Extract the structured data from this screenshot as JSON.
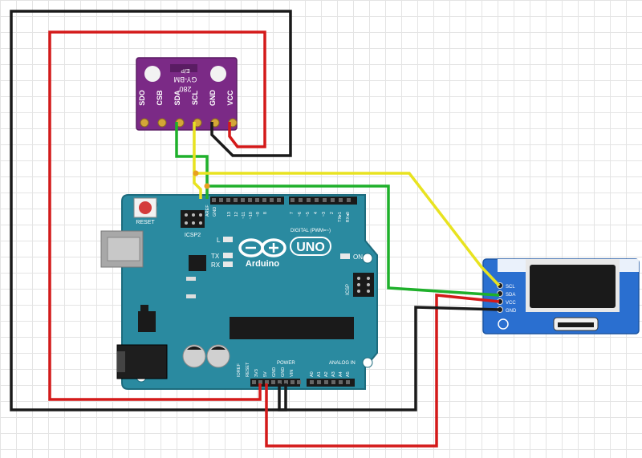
{
  "sensor": {
    "model_line1": "GY-BM",
    "model_line2": "280",
    "model_marks": "E/P",
    "pins": [
      "SDO",
      "CSB",
      "SDA",
      "SCL",
      "GND",
      "VCC"
    ]
  },
  "arduino": {
    "brand": "Arduino",
    "model": "UNO",
    "reset_label": "RESET",
    "icsp2_label": "ICSP2",
    "icsp_label": "ICSP",
    "led_l": "L",
    "led_tx": "TX",
    "led_rx": "RX",
    "on_label": "ON",
    "digital_label": "DIGITAL (PWM=~)",
    "power_label": "POWER",
    "analog_label": "ANALOG IN",
    "aref": "AREF",
    "gnd": "GND",
    "digital_pins": [
      "13",
      "12",
      "~11",
      "~10",
      "~9",
      "8",
      "7",
      "~6",
      "~5",
      "4",
      "~3",
      "2",
      "TX▸1",
      "RX◂0"
    ],
    "power_pins": [
      "IOREF",
      "RESET",
      "3V3",
      "5V",
      "GND",
      "GND",
      "VIN"
    ],
    "analog_pins": [
      "A0",
      "A1",
      "A2",
      "A3",
      "A4",
      "A5"
    ]
  },
  "oled": {
    "pins": [
      "SCL",
      "SDA",
      "VCC",
      "GND"
    ]
  },
  "colors": {
    "sensor_board": "#7b2a86",
    "arduino_board": "#2a8aa0",
    "oled_board": "#2a6fd0",
    "wire_red": "#d41a1a",
    "wire_black": "#1a1a1a",
    "wire_yellow": "#e8e320",
    "wire_green": "#1fb02b"
  }
}
